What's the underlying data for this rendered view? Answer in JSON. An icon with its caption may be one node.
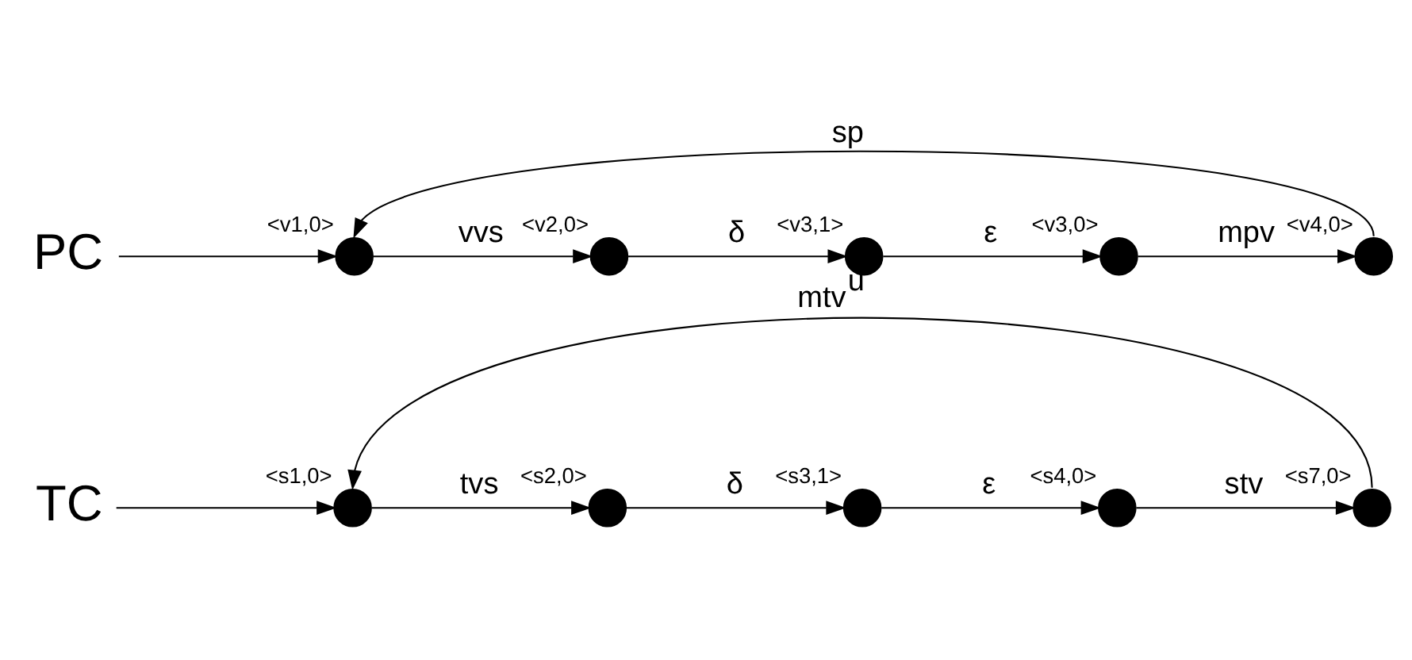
{
  "diagram": {
    "nodes": [
      {
        "text": [
          "PC"
        ]
      },
      {
        "text": [],
        "shape": "circle",
        "beside": [
          "<v1,0>"
        ]
      },
      {
        "text": [],
        "shape": "circle",
        "beside": [
          "<v2,0>"
        ]
      },
      {
        "text": [],
        "shape": "circle",
        "beside": [
          "<v3,1>"
        ]
      },
      {
        "text": [],
        "shape": "circle",
        "beside": [
          "<v3,0>"
        ]
      },
      {
        "text": [],
        "shape": "circle",
        "beside": [
          "<v4,0>"
        ]
      },
      {
        "text": [
          "TC"
        ]
      },
      {
        "text": [],
        "shape": "circle",
        "beside": [
          "<s1,0>"
        ]
      },
      {
        "text": [],
        "shape": "circle",
        "beside": [
          "<s2,0>"
        ]
      },
      {
        "text": [],
        "shape": "circle",
        "beside": [
          "<s3,1>"
        ]
      },
      {
        "text": [],
        "shape": "circle",
        "beside": [
          "<s4,0>"
        ]
      },
      {
        "text": [],
        "shape": "circle",
        "beside": [
          "<s7,0>"
        ]
      }
    ],
    "edges": [
      {
        "from": 0,
        "to": 1,
        "arrow": "to"
      },
      {
        "from": 1,
        "to": 2,
        "arrow": "to",
        "label": "vvs"
      },
      {
        "from": 2,
        "to": 3,
        "arrow": "to",
        "label": "δ"
      },
      {
        "from": 3,
        "to": 4,
        "arrow": "to",
        "label": "ε"
      },
      {
        "from": 4,
        "to": 5,
        "arrow": "to",
        "label": "mpv"
      },
      {
        "from": 5,
        "to": 1,
        "arrow": "to",
        "label": "sp"
      },
      {
        "from": 6,
        "to": 7,
        "arrow": "to"
      },
      {
        "from": 7,
        "to": 8,
        "arrow": "to",
        "label": "tvs"
      },
      {
        "from": 8,
        "to": 9,
        "arrow": "to",
        "label": "δ"
      },
      {
        "from": 9,
        "to": 10,
        "arrow": "to",
        "label": "ε"
      },
      {
        "from": 10,
        "to": 11,
        "arrow": "to",
        "label": "stv"
      },
      {
        "from": 11,
        "to": 7,
        "arrow": "to",
        "label": "mtv$^{u}$"
      }
    ]
  }
}
